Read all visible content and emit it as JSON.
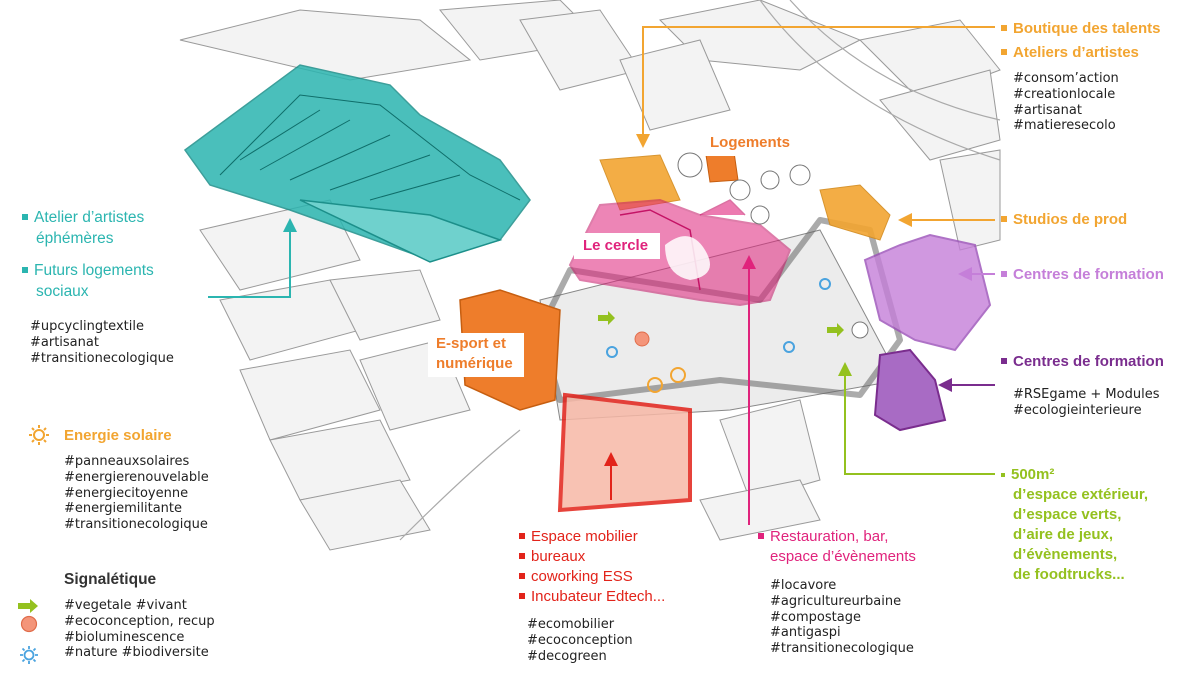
{
  "colors": {
    "teal": "#2bb5b0",
    "orange": "#f2a531",
    "dark_orange": "#ee7d2b",
    "pink": "#e0237c",
    "red": "#e2231a",
    "purple_light": "#c57fd9",
    "purple_dark": "#7a2d8e",
    "green": "#94c11f",
    "blue": "#4aa3df"
  },
  "map_labels": {
    "logements": "Logements",
    "le_cercle": "Le cercle",
    "esport": "E-sport et",
    "numerique": "numérique"
  },
  "left": {
    "atelier_1": "Atelier d’artistes",
    "atelier_2": "éphémères",
    "futurs_1": "Futurs logements",
    "futurs_2": "sociaux",
    "tags": [
      "#upcyclingtextile",
      "#artisanat",
      "#transitionecologique"
    ]
  },
  "energie": {
    "title": "Energie solaire",
    "icon": "sun-gear-icon",
    "tags": [
      "#panneauxsolaires",
      "#energierenouvelable",
      "#energiecitoyenne",
      "#energiemilitante",
      "#transitionecologique"
    ]
  },
  "signaletique": {
    "title": "Signalétique",
    "rows": [
      {
        "icon": "green-arrow-icon",
        "text": "#vegetale #vivant"
      },
      {
        "icon": "orange-circle-icon",
        "text": "#ecoconception, recup"
      },
      {
        "icon": "none",
        "text": "#bioluminescence"
      },
      {
        "icon": "blue-gear-icon",
        "text": "#nature #biodiversite"
      }
    ]
  },
  "espace": {
    "items": [
      "Espace mobilier",
      "bureaux",
      "coworking ESS",
      "Incubateur Edtech..."
    ],
    "tags": [
      "#ecomobilier",
      "#ecoconception",
      "#decogreen"
    ]
  },
  "restauration": {
    "line1": "Restauration, bar,",
    "line2": "espace d’évènements",
    "tags": [
      "#locavore",
      "#agricultureurbaine",
      "#compostage",
      "#antigaspi",
      "#transitionecologique"
    ]
  },
  "right": {
    "boutique": "Boutique des talents",
    "ateliers": "Ateliers d’artistes",
    "tags1": [
      "#consom’action",
      "#creationlocale",
      "#artisanat",
      "#matieresecolo"
    ],
    "studios": "Studios de prod",
    "centres_1": "Centres de formation",
    "centres_2": "Centres de formation",
    "tags2": [
      "#RSEgame + Modules",
      "#ecologieinterieure"
    ],
    "green_lines": [
      "500m²",
      "d’espace extérieur,",
      "d’espace verts,",
      "d’aire de jeux,",
      "d’évènements,",
      "de foodtrucks..."
    ]
  }
}
